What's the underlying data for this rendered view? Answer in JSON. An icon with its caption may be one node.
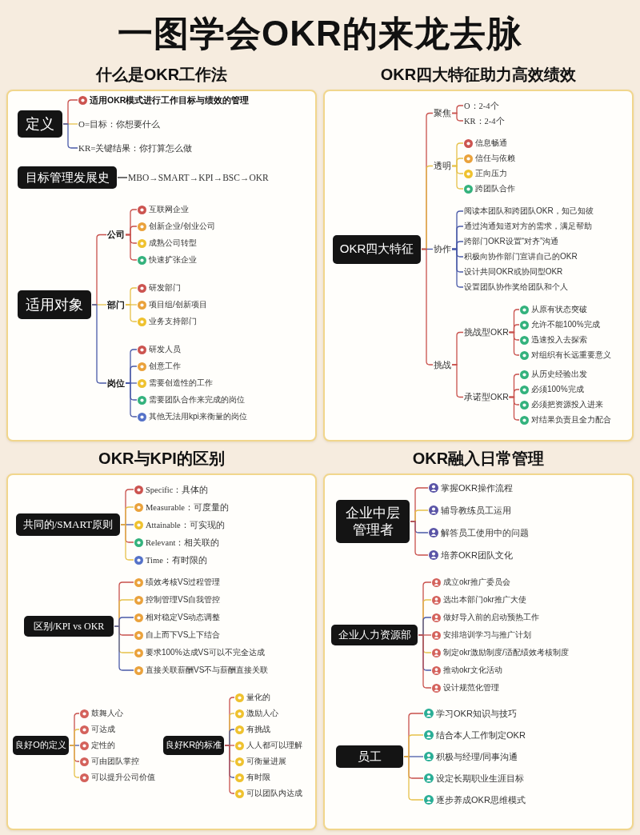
{
  "diagram": {
    "title": "一图学会OKR的来龙去脉",
    "nodes": [
      {
        "text": [
          "什么是OKR工作法"
        ]
      },
      {
        "text": [
          "定义"
        ],
        "in": 0
      },
      {
        "text": [
          "适用OKR模式进行工作目标与绩效的管理"
        ],
        "in": 0
      },
      {
        "text": [
          "O=目标：你想要什么"
        ],
        "in": 0
      },
      {
        "text": [
          "KR=关键结果：你打算怎么做"
        ],
        "in": 0
      },
      {
        "text": [
          "目标管理发展史"
        ],
        "in": 0
      },
      {
        "text": [
          "MBO→SMART→KPI→BSC→OKR"
        ],
        "in": 0
      },
      {
        "text": [
          "适用对象"
        ],
        "in": 0
      },
      {
        "text": [
          "公司"
        ],
        "in": 0
      },
      {
        "text": [
          "互联网企业"
        ],
        "in": 0
      },
      {
        "text": [
          "创新企业/创业公司"
        ],
        "in": 0
      },
      {
        "text": [
          "成熟公司转型"
        ],
        "in": 0
      },
      {
        "text": [
          "快速扩张企业"
        ],
        "in": 0
      },
      {
        "text": [
          "部门"
        ],
        "in": 0
      },
      {
        "text": [
          "研发部门"
        ],
        "in": 0
      },
      {
        "text": [
          "项目组/创新项目"
        ],
        "in": 0
      },
      {
        "text": [
          "业务支持部门"
        ],
        "in": 0
      },
      {
        "text": [
          "岗位"
        ],
        "in": 0
      },
      {
        "text": [
          "研发人员"
        ],
        "in": 0
      },
      {
        "text": [
          "创意工作"
        ],
        "in": 0
      },
      {
        "text": [
          "需要创造性的工作"
        ],
        "in": 0
      },
      {
        "text": [
          "需要团队合作来完成的岗位"
        ],
        "in": 0
      },
      {
        "text": [
          "其他无法用kpi来衡量的岗位"
        ],
        "in": 0
      },
      {
        "text": [
          "OKR四大特征助力高效绩效"
        ]
      },
      {
        "text": [
          "OKR四大特征"
        ],
        "in": 23
      },
      {
        "text": [
          "聚焦"
        ],
        "in": 23
      },
      {
        "text": [
          "O：2-4个"
        ],
        "in": 23
      },
      {
        "text": [
          "KR：2-4个"
        ],
        "in": 23
      },
      {
        "text": [
          "透明"
        ],
        "in": 23
      },
      {
        "text": [
          "信息畅通"
        ],
        "in": 23
      },
      {
        "text": [
          "信任与依赖"
        ],
        "in": 23
      },
      {
        "text": [
          "正向压力"
        ],
        "in": 23
      },
      {
        "text": [
          "跨团队合作"
        ],
        "in": 23
      },
      {
        "text": [
          "协作"
        ],
        "in": 23
      },
      {
        "text": [
          "阅读本团队和跨团队OKR，知己知彼"
        ],
        "in": 23
      },
      {
        "text": [
          "通过沟通知道对方的需求，满足帮助"
        ],
        "in": 23
      },
      {
        "text": [
          "跨部门OKR设置“对齐”沟通"
        ],
        "in": 23
      },
      {
        "text": [
          "积极向协作部门宣讲自己的OKR"
        ],
        "in": 23
      },
      {
        "text": [
          "设计共同OKR或协同型OKR"
        ],
        "in": 23
      },
      {
        "text": [
          "设置团队协作奖给团队和个人"
        ],
        "in": 23
      },
      {
        "text": [
          "挑战"
        ],
        "in": 23
      },
      {
        "text": [
          "挑战型OKR"
        ],
        "in": 23
      },
      {
        "text": [
          "从原有状态突破"
        ],
        "in": 23
      },
      {
        "text": [
          "允许不能100%完成"
        ],
        "in": 23
      },
      {
        "text": [
          "迅速投入去探索"
        ],
        "in": 23
      },
      {
        "text": [
          "对组织有长远重要意义"
        ],
        "in": 23
      },
      {
        "text": [
          "承诺型OKR"
        ],
        "in": 23
      },
      {
        "text": [
          "从历史经验出发"
        ],
        "in": 23
      },
      {
        "text": [
          "必须100%完成"
        ],
        "in": 23
      },
      {
        "text": [
          "必须把资源投入进来"
        ],
        "in": 23
      },
      {
        "text": [
          "对结果负责且全力配合"
        ],
        "in": 23
      },
      {
        "text": [
          "OKR与KPI的区别"
        ]
      },
      {
        "text": [
          "共同的/SMART原则"
        ],
        "in": 51
      },
      {
        "text": [
          "Specific：具体的"
        ],
        "in": 51
      },
      {
        "text": [
          "Measurable：可度量的"
        ],
        "in": 51
      },
      {
        "text": [
          "Attainable：可实现的"
        ],
        "in": 51
      },
      {
        "text": [
          "Relevant：相关联的"
        ],
        "in": 51
      },
      {
        "text": [
          "Time：有时限的"
        ],
        "in": 51
      },
      {
        "text": [
          "区别/KPI vs OKR"
        ],
        "in": 51
      },
      {
        "text": [
          "绩效考核VS过程管理"
        ],
        "in": 51
      },
      {
        "text": [
          "控制管理VS自我管控"
        ],
        "in": 51
      },
      {
        "text": [
          "相对稳定VS动态调整"
        ],
        "in": 51
      },
      {
        "text": [
          "自上而下VS上下结合"
        ],
        "in": 51
      },
      {
        "text": [
          "要求100%达成VS可以不完全达成"
        ],
        "in": 51
      },
      {
        "text": [
          "直接关联薪酬VS不与薪酬直接关联"
        ],
        "in": 51
      },
      {
        "text": [
          "良好O的定义"
        ],
        "in": 51
      },
      {
        "text": [
          "鼓舞人心"
        ],
        "in": 51
      },
      {
        "text": [
          "可达成"
        ],
        "in": 51
      },
      {
        "text": [
          "定性的"
        ],
        "in": 51
      },
      {
        "text": [
          "可由团队掌控"
        ],
        "in": 51
      },
      {
        "text": [
          "可以提升公司价值"
        ],
        "in": 51
      },
      {
        "text": [
          "良好KR的标准"
        ],
        "in": 51
      },
      {
        "text": [
          "量化的"
        ],
        "in": 51
      },
      {
        "text": [
          "激励人心"
        ],
        "in": 51
      },
      {
        "text": [
          "有挑战"
        ],
        "in": 51
      },
      {
        "text": [
          "人人都可以理解"
        ],
        "in": 51
      },
      {
        "text": [
          "可衡量进展"
        ],
        "in": 51
      },
      {
        "text": [
          "有时限"
        ],
        "in": 51
      },
      {
        "text": [
          "可以团队内达成"
        ],
        "in": 51
      },
      {
        "text": [
          "OKR融入日常管理"
        ]
      },
      {
        "text": [
          "企业中层管理者"
        ],
        "in": 79
      },
      {
        "text": [
          "掌握OKR操作流程"
        ],
        "in": 79
      },
      {
        "text": [
          "辅导教练员工运用"
        ],
        "in": 79
      },
      {
        "text": [
          "解答员工使用中的问题"
        ],
        "in": 79
      },
      {
        "text": [
          "培养OKR团队文化"
        ],
        "in": 79
      },
      {
        "text": [
          "企业人力资源部"
        ],
        "in": 79
      },
      {
        "text": [
          "成立okr推广委员会"
        ],
        "in": 79
      },
      {
        "text": [
          "选出本部门okr推广大使"
        ],
        "in": 79
      },
      {
        "text": [
          "做好导入前的启动预热工作"
        ],
        "in": 79
      },
      {
        "text": [
          "安排培训学习与推广计划"
        ],
        "in": 79
      },
      {
        "text": [
          "制定okr激励制度/适配绩效考核制度"
        ],
        "in": 79
      },
      {
        "text": [
          "推动okr文化活动"
        ],
        "in": 79
      },
      {
        "text": [
          "设计规范化管理"
        ],
        "in": 79
      },
      {
        "text": [
          "员工"
        ],
        "in": 79
      },
      {
        "text": [
          "学习OKR知识与技巧"
        ],
        "in": 79
      },
      {
        "text": [
          "结合本人工作制定OKR"
        ],
        "in": 79
      },
      {
        "text": [
          "积极与经理/同事沟通"
        ],
        "in": 79
      },
      {
        "text": [
          "设定长期职业生涯目标"
        ],
        "in": 79
      },
      {
        "text": [
          "逐步养成OKR思维模式"
        ],
        "in": 79
      }
    ],
    "edges": [
      {
        "from": 1,
        "to": 2,
        "arrow": "none"
      },
      {
        "from": 1,
        "to": 3,
        "arrow": "none",
        "color": "#e6c14a"
      },
      {
        "from": 1,
        "to": 4,
        "arrow": "none",
        "color": "#4a5aa8"
      },
      {
        "from": 5,
        "to": 6,
        "arrow": "none",
        "color": "#222222"
      },
      {
        "from": 7,
        "to": 8,
        "arrow": "none"
      },
      {
        "from": 7,
        "to": 13,
        "arrow": "none",
        "color": "#e6c14a"
      },
      {
        "from": 7,
        "to": 17,
        "arrow": "none",
        "color": "#4a5aa8"
      },
      {
        "from": 8,
        "to": 9,
        "arrow": "none"
      },
      {
        "from": 8,
        "to": 10,
        "arrow": "none"
      },
      {
        "from": 8,
        "to": 11,
        "arrow": "none"
      },
      {
        "from": 8,
        "to": 12,
        "arrow": "none"
      },
      {
        "from": 13,
        "to": 14,
        "arrow": "none",
        "color": "#e6c14a"
      },
      {
        "from": 13,
        "to": 15,
        "arrow": "none",
        "color": "#e6c14a"
      },
      {
        "from": 13,
        "to": 16,
        "arrow": "none",
        "color": "#e6c14a"
      },
      {
        "from": 17,
        "to": 18,
        "arrow": "none",
        "color": "#4a5aa8"
      },
      {
        "from": 17,
        "to": 19,
        "arrow": "none",
        "color": "#4a5aa8"
      },
      {
        "from": 17,
        "to": 20,
        "arrow": "none",
        "color": "#4a5aa8"
      },
      {
        "from": 17,
        "to": 21,
        "arrow": "none",
        "color": "#4a5aa8"
      },
      {
        "from": 17,
        "to": 22,
        "arrow": "none",
        "color": "#4a5aa8"
      },
      {
        "from": 24,
        "to": 25,
        "arrow": "none"
      },
      {
        "from": 24,
        "to": 28,
        "arrow": "none",
        "color": "#e6c14a"
      },
      {
        "from": 24,
        "to": 33,
        "arrow": "none",
        "color": "#4a5aa8"
      },
      {
        "from": 24,
        "to": 40,
        "arrow": "none"
      },
      {
        "from": 25,
        "to": 26,
        "arrow": "none"
      },
      {
        "from": 25,
        "to": 27,
        "arrow": "none"
      },
      {
        "from": 28,
        "to": 29,
        "arrow": "none",
        "color": "#e6c14a"
      },
      {
        "from": 28,
        "to": 30,
        "arrow": "none",
        "color": "#e6c14a"
      },
      {
        "from": 28,
        "to": 31,
        "arrow": "none",
        "color": "#e6c14a"
      },
      {
        "from": 28,
        "to": 32,
        "arrow": "none",
        "color": "#e6c14a"
      },
      {
        "from": 33,
        "to": 34,
        "arrow": "none",
        "color": "#4a5aa8"
      },
      {
        "from": 33,
        "to": 35,
        "arrow": "none",
        "color": "#4a5aa8"
      },
      {
        "from": 33,
        "to": 36,
        "arrow": "none",
        "color": "#4a5aa8"
      },
      {
        "from": 33,
        "to": 37,
        "arrow": "none",
        "color": "#4a5aa8"
      },
      {
        "from": 33,
        "to": 38,
        "arrow": "none",
        "color": "#4a5aa8"
      },
      {
        "from": 33,
        "to": 39,
        "arrow": "none",
        "color": "#4a5aa8"
      },
      {
        "from": 40,
        "to": 41,
        "arrow": "none"
      },
      {
        "from": 40,
        "to": 46,
        "arrow": "none"
      },
      {
        "from": 41,
        "to": 42,
        "arrow": "none"
      },
      {
        "from": 41,
        "to": 43,
        "arrow": "none"
      },
      {
        "from": 41,
        "to": 44,
        "arrow": "none"
      },
      {
        "from": 41,
        "to": 45,
        "arrow": "none"
      },
      {
        "from": 46,
        "to": 47,
        "arrow": "none"
      },
      {
        "from": 46,
        "to": 48,
        "arrow": "none"
      },
      {
        "from": 46,
        "to": 49,
        "arrow": "none"
      },
      {
        "from": 46,
        "to": 50,
        "arrow": "none"
      },
      {
        "from": 52,
        "to": 53,
        "arrow": "none"
      },
      {
        "from": 52,
        "to": 54,
        "arrow": "none",
        "color": "#e6c14a"
      },
      {
        "from": 52,
        "to": 55,
        "arrow": "none",
        "color": "#4a5aa8"
      },
      {
        "from": 52,
        "to": 56,
        "arrow": "none"
      },
      {
        "from": 52,
        "to": 57,
        "arrow": "none",
        "color": "#e6c14a"
      },
      {
        "from": 58,
        "to": 59,
        "arrow": "none"
      },
      {
        "from": 58,
        "to": 60,
        "arrow": "none",
        "color": "#e6c14a"
      },
      {
        "from": 58,
        "to": 61,
        "arrow": "none",
        "color": "#4a5aa8"
      },
      {
        "from": 58,
        "to": 62,
        "arrow": "none"
      },
      {
        "from": 58,
        "to": 63,
        "arrow": "none",
        "color": "#e6c14a"
      },
      {
        "from": 58,
        "to": 64,
        "arrow": "none",
        "color": "#4a5aa8"
      },
      {
        "from": 65,
        "to": 66,
        "arrow": "none"
      },
      {
        "from": 65,
        "to": 67,
        "arrow": "none",
        "color": "#e6c14a"
      },
      {
        "from": 65,
        "to": 68,
        "arrow": "none",
        "color": "#4a5aa8"
      },
      {
        "from": 65,
        "to": 69,
        "arrow": "none"
      },
      {
        "from": 65,
        "to": 70,
        "arrow": "none",
        "color": "#e6c14a"
      },
      {
        "from": 71,
        "to": 72,
        "arrow": "none"
      },
      {
        "from": 71,
        "to": 73,
        "arrow": "none",
        "color": "#e6c14a"
      },
      {
        "from": 71,
        "to": 74,
        "arrow": "none",
        "color": "#4a5aa8"
      },
      {
        "from": 71,
        "to": 75,
        "arrow": "none"
      },
      {
        "from": 71,
        "to": 76,
        "arrow": "none",
        "color": "#e6c14a"
      },
      {
        "from": 71,
        "to": 77,
        "arrow": "none",
        "color": "#4a5aa8"
      },
      {
        "from": 71,
        "to": 78,
        "arrow": "none"
      },
      {
        "from": 80,
        "to": 81,
        "arrow": "none"
      },
      {
        "from": 80,
        "to": 82,
        "arrow": "none",
        "color": "#e6c14a"
      },
      {
        "from": 80,
        "to": 83,
        "arrow": "none",
        "color": "#4a5aa8"
      },
      {
        "from": 80,
        "to": 84,
        "arrow": "none"
      },
      {
        "from": 85,
        "to": 86,
        "arrow": "none"
      },
      {
        "from": 85,
        "to": 87,
        "arrow": "none",
        "color": "#e6c14a"
      },
      {
        "from": 85,
        "to": 88,
        "arrow": "none",
        "color": "#4a5aa8"
      },
      {
        "from": 85,
        "to": 89,
        "arrow": "none"
      },
      {
        "from": 85,
        "to": 90,
        "arrow": "none",
        "color": "#e6c14a"
      },
      {
        "from": 85,
        "to": 91,
        "arrow": "none",
        "color": "#4a5aa8"
      },
      {
        "from": 85,
        "to": 92,
        "arrow": "none"
      },
      {
        "from": 93,
        "to": 94,
        "arrow": "none"
      },
      {
        "from": 93,
        "to": 95,
        "arrow": "none",
        "color": "#e6c14a"
      },
      {
        "from": 93,
        "to": 96,
        "arrow": "none",
        "color": "#4a5aa8"
      },
      {
        "from": 93,
        "to": 97,
        "arrow": "none"
      },
      {
        "from": 93,
        "to": 98,
        "arrow": "none",
        "color": "#e6c14a"
      }
    ]
  }
}
